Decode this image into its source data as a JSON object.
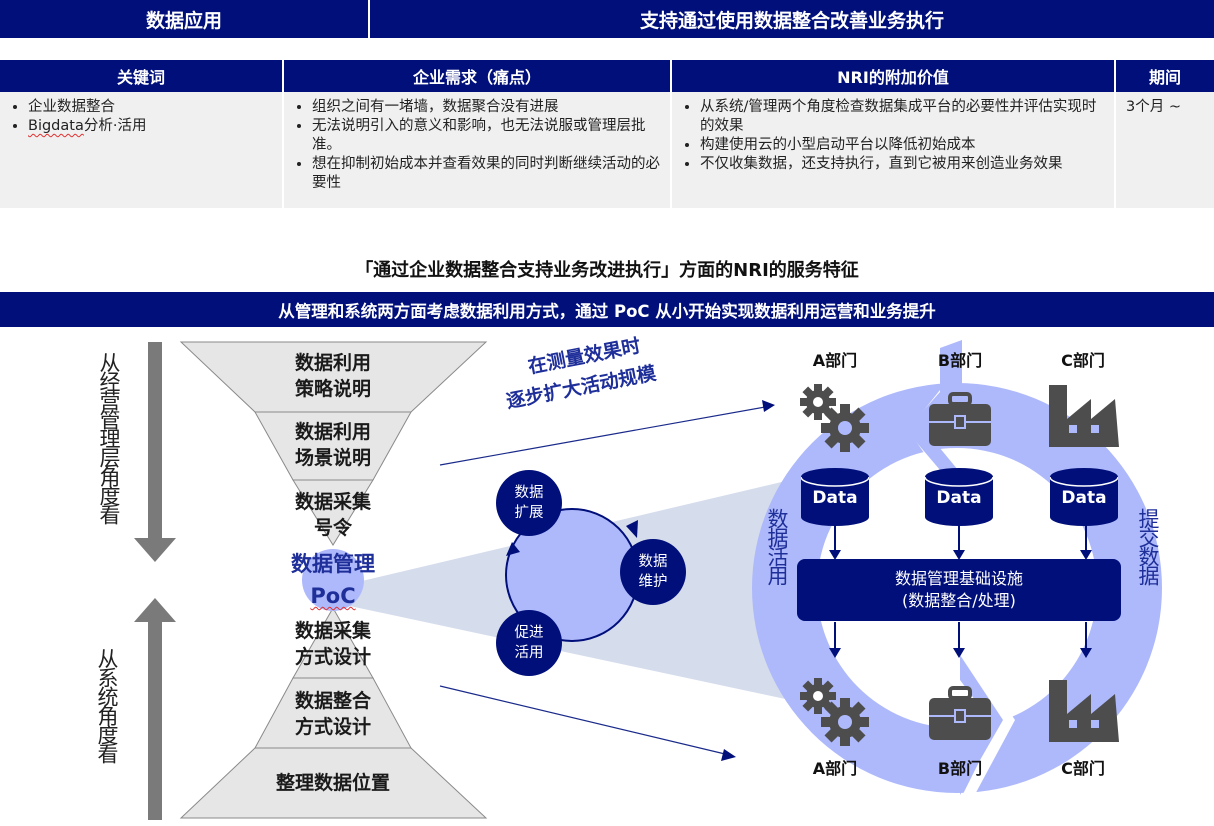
{
  "header": {
    "category": "数据应用",
    "title": "支持通过使用数据整合改善业务执行"
  },
  "table": {
    "columns": [
      "关键词",
      "企业需求（痛点）",
      "NRI的附加价值",
      "期间"
    ],
    "keywords": [
      "企业数据整合",
      "Bigdata分析·活用"
    ],
    "keywords_misspelled_part": "Bigdata",
    "keywords_rest": "分析·活用",
    "needs": [
      "组织之间有一堵墙，数据聚合没有进展",
      "无法说明引入的意义和影响，也无法说服或管理层批准。",
      "想在抑制初始成本并查看效果的同时判断继续活动的必要性"
    ],
    "values": [
      "从系统/管理两个角度检查数据集成平台的必要性并评估实现时的效果",
      "构建使用云的小型启动平台以降低初始成本",
      "不仅收集数据，还支持执行，直到它被用来创造业务效果"
    ],
    "period": "3个月 ~"
  },
  "section": {
    "subtitle": "「通过企业数据整合支持业务改进执行」方面的NRI的服务特征",
    "band_text": "从管理和系统两方面考虑数据利用方式，通过 PoC 从小开始实现数据利用运营和业务提升"
  },
  "diagram": {
    "left_top_label": "从经营管理层角度看",
    "left_bottom_label": "从系统角度看",
    "funnel_top": [
      "数据利用\n策略说明",
      "数据利用\n场景说明",
      "数据采集\n号令"
    ],
    "center_label_1": "数据管理",
    "center_label_2": "PoC",
    "pyramid_bottom": [
      "数据采集\n方式设计",
      "数据整合\n方式设计",
      "整理数据位置"
    ],
    "expand_text_line1": "在测量效果时",
    "expand_text_line2": "逐步扩大活动规模",
    "cycle_nodes": [
      "数据\n扩展",
      "数据\n维护",
      "促进\n活用"
    ],
    "departments_top": [
      "A部门",
      "B部门",
      "C部门"
    ],
    "departments_bottom": [
      "A部门",
      "B部门",
      "C部门"
    ],
    "department_icons": [
      "gears-icon",
      "briefcase-icon",
      "factory-icon"
    ],
    "data_label": "Data",
    "infra_line1": "数据管理基础设施",
    "infra_line2": "(数据整合/处理)",
    "side_left": "数据活用",
    "side_right": "提交数据"
  },
  "colors": {
    "navy": "#000f7a",
    "light_blue": "#aeb9fb",
    "pale_band": "#d5dcec",
    "gray_shape": "#e6e6e6",
    "icon_gray": "#4d4d4d",
    "arrow_gray": "#7a7a7a"
  }
}
